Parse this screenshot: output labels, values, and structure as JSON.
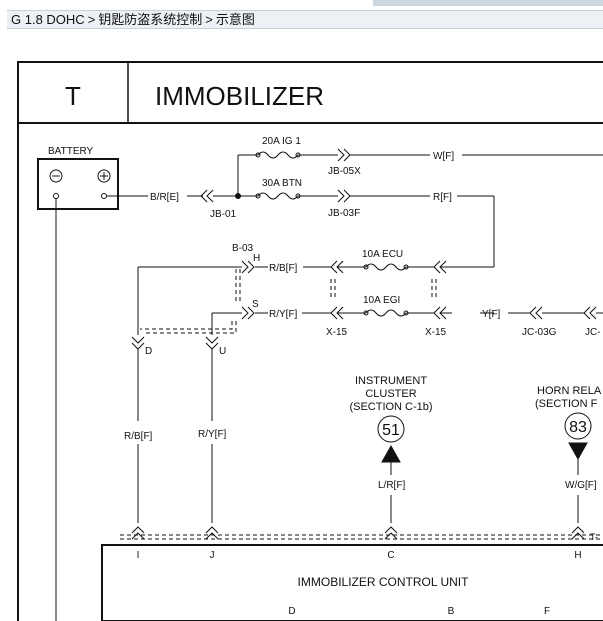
{
  "breadcrumb": {
    "items": [
      "G 1.8 DOHC",
      "钥匙防盗系统控制",
      "示意图"
    ],
    "separator": ">"
  },
  "diagram": {
    "section_letter": "T",
    "title": "IMMOBILIZER",
    "battery": {
      "label": "BATTERY",
      "neg": "⊖",
      "pos": "⊕"
    },
    "wires": {
      "br_e": "B/R[E]",
      "w_f": "W[F]",
      "r_f": "R[F]",
      "rb_f": "R/B[F]",
      "ry_f": "R/Y[F]",
      "y_f": "Y[F]",
      "lr_f": "L/R[F]",
      "wg_f": "W/G[F]"
    },
    "fuses": {
      "ig1": "20A IG 1",
      "btn": "30A BTN",
      "ecu": "10A ECU",
      "egi": "10A EGI"
    },
    "connectors": {
      "jb01": "JB-01",
      "jb05x": "JB-05X",
      "jb03f": "JB-03F",
      "b03": "B-03",
      "x15a": "X-15",
      "x15b": "X-15",
      "jc03g": "JC-03G",
      "jc_cut": "JC-",
      "h": "H",
      "s": "S",
      "d": "D",
      "u": "U",
      "t_cut": "T-"
    },
    "instrument_cluster": {
      "line1": "INSTRUMENT",
      "line2": "CLUSTER",
      "line3": "(SECTION C-1b)",
      "number": "51"
    },
    "horn_relay": {
      "line1": "HORN RELA",
      "line2": "(SECTION F",
      "number": "83"
    },
    "control_unit": {
      "label": "IMMOBILIZER CONTROL UNIT",
      "top_pins": [
        "I",
        "J",
        "C",
        "H"
      ],
      "bottom_pins": [
        "D",
        "B",
        "F"
      ]
    }
  },
  "colors": {
    "line": "#111111",
    "breadcrumb_bg": "#edf0f4"
  }
}
